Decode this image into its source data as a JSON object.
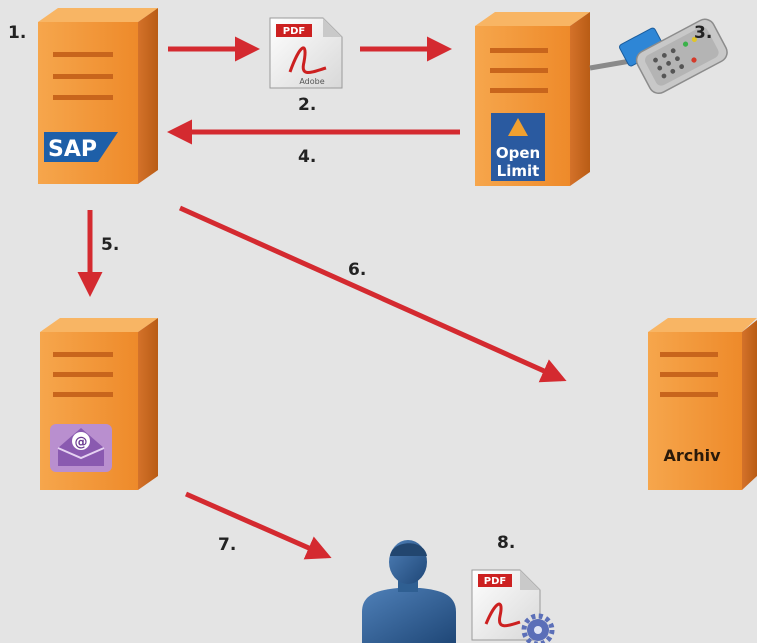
{
  "steps": [
    "1.",
    "2.",
    "3.",
    "4.",
    "5.",
    "6.",
    "7.",
    "8."
  ],
  "servers": {
    "sap": {
      "logo": "SAP"
    },
    "openlimit": {
      "logo_line1": "Open",
      "logo_line2": "Limit"
    },
    "mail": {
      "icon": "mail-at-icon"
    },
    "archive": {
      "label": "Archiv"
    }
  },
  "documents": {
    "pdf_signed_tag": "PDF",
    "pdf_signed_brand": "Adobe",
    "pdf_final_tag": "PDF"
  },
  "colors": {
    "background": "#e4e4e4",
    "server_orange": "#f0922f",
    "server_side": "#c9661a",
    "arrow_red": "#d42a30",
    "sap_blue": "#1e5fa8",
    "person_blue": "#2c5d92"
  }
}
